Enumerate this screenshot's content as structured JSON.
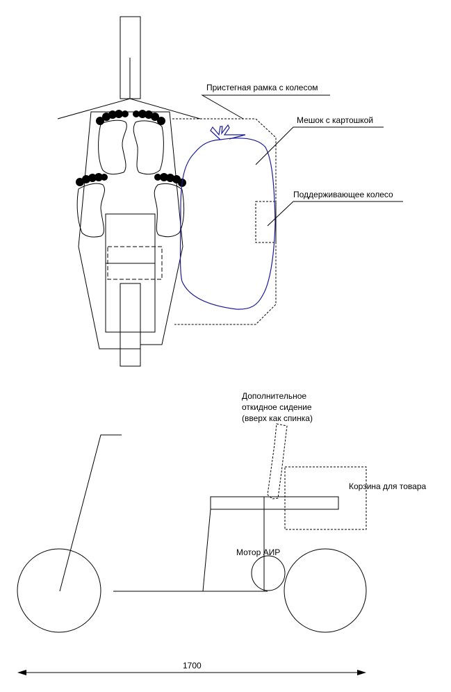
{
  "top_view": {
    "labels": {
      "attachable_frame": "Пристегная рамка с колесом",
      "potato_bag": "Мешок с картошкой",
      "support_wheel": "Поддерживающее колесо"
    },
    "bag_color": "#1a1a9a"
  },
  "side_view": {
    "labels": {
      "extra_seat_line1": "Дополнительное",
      "extra_seat_line2": "откидное сидение",
      "extra_seat_line3": "(вверх как спинка)",
      "basket": "Корзина для товара",
      "motor": "Мотор АИР"
    },
    "dimension": "1700"
  }
}
